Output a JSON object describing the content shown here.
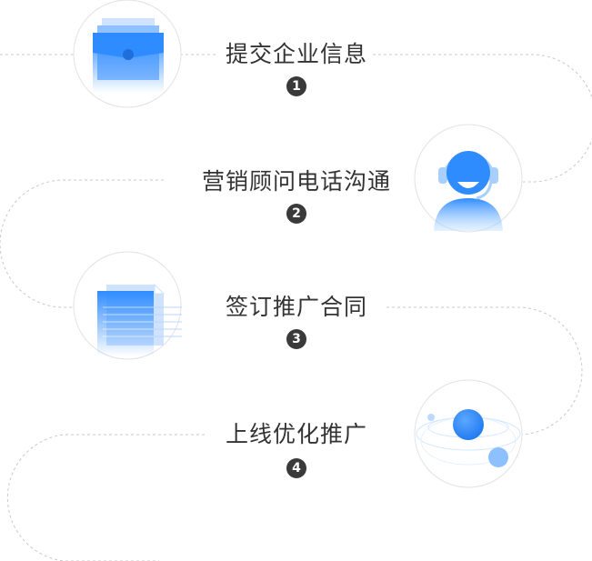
{
  "steps": [
    {
      "title": "提交企业信息",
      "number": "1",
      "icon": "document-envelope-icon"
    },
    {
      "title": "营销顾问电话沟通",
      "number": "2",
      "icon": "customer-service-headset-icon"
    },
    {
      "title": "签订推广合同",
      "number": "3",
      "icon": "contract-pages-icon"
    },
    {
      "title": "上线优化推广",
      "number": "4",
      "icon": "orbit-planet-icon"
    }
  ],
  "colors": {
    "primary_blue": "#2f8cff",
    "light_blue": "#a8d0ff",
    "path_line": "#c8c8c8",
    "circle_border": "#e2e2e2",
    "badge": "#3a3a3a",
    "text": "#333333"
  }
}
